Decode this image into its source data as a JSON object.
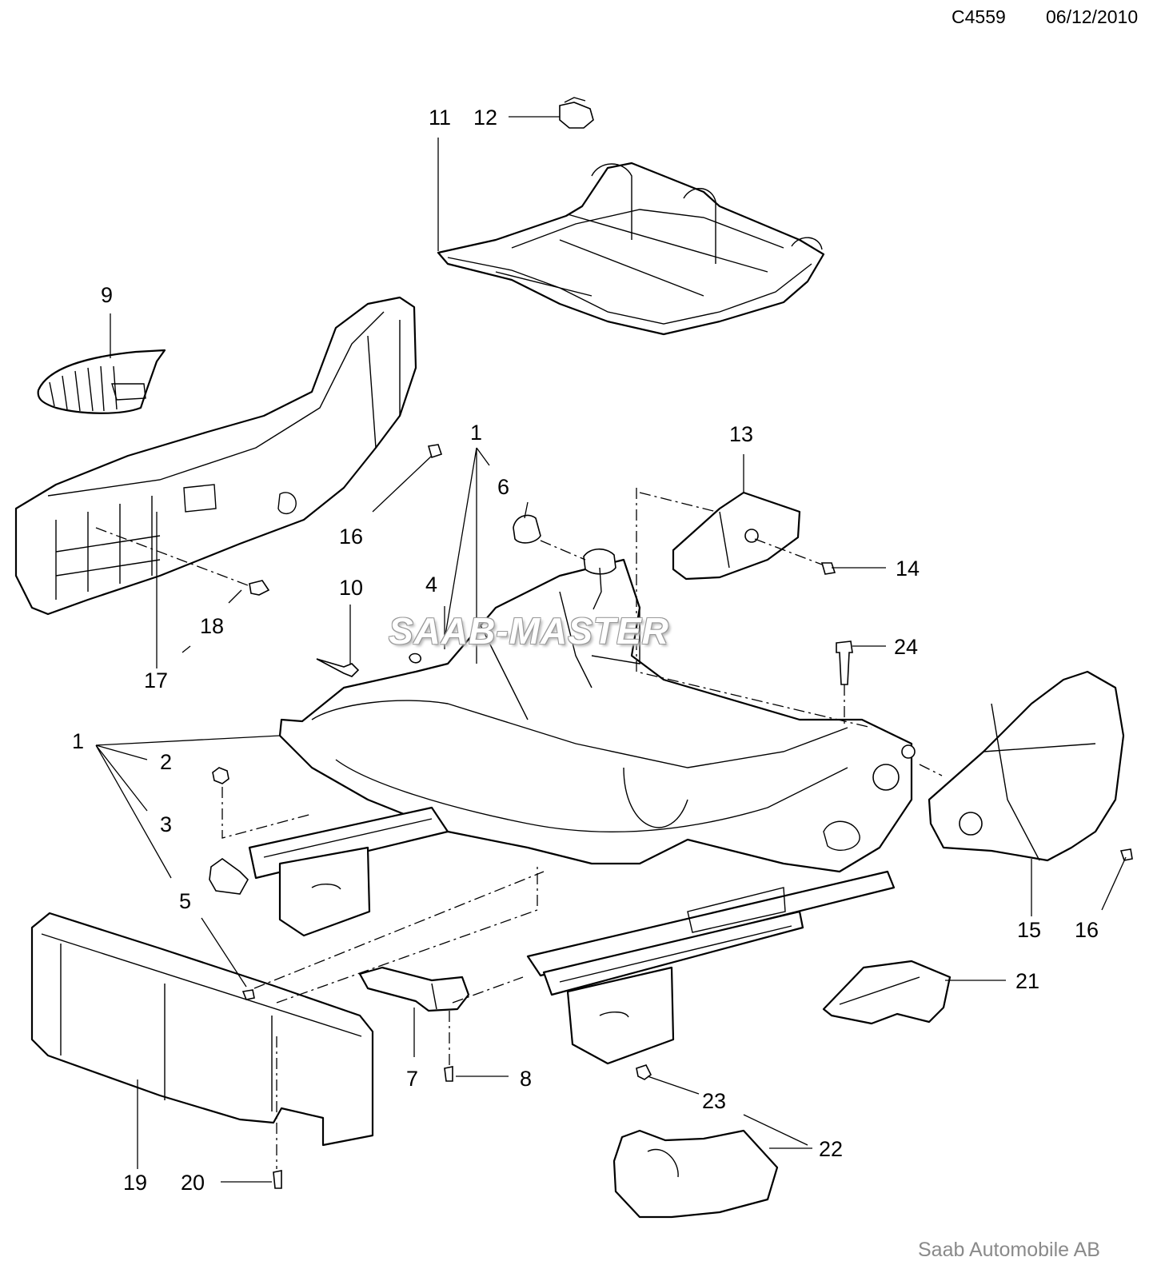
{
  "header": {
    "diagram_code": "C4559",
    "date": "06/12/2010"
  },
  "watermark": "SAAB-MASTER",
  "footer": {
    "copyright": "Saab Automobile AB"
  },
  "callouts": {
    "c1a": "1",
    "c1b": "1",
    "c2": "2",
    "c3": "3",
    "c4": "4",
    "c5": "5",
    "c6": "6",
    "c7": "7",
    "c8": "8",
    "c9": "9",
    "c10": "10",
    "c11": "11",
    "c12": "12",
    "c13": "13",
    "c14": "14",
    "c15": "15",
    "c16a": "16",
    "c16b": "16",
    "c17": "17",
    "c18": "18",
    "c19": "19",
    "c20": "20",
    "c21": "21",
    "c22": "22",
    "c23": "23",
    "c24": "24"
  },
  "colors": {
    "line": "#000000",
    "background": "#ffffff",
    "footer_text": "#8a8a8a"
  }
}
